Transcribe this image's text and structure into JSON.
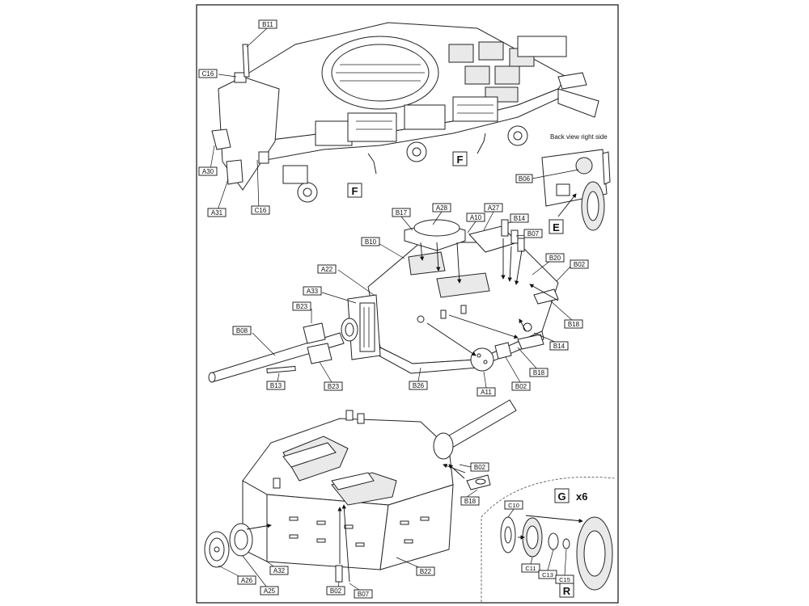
{
  "views": {
    "top_assembly": {
      "labels": [
        "B11",
        "C16",
        "A30",
        "A31",
        "C16"
      ],
      "stage_marks": [
        "F",
        "F"
      ]
    },
    "back_view": {
      "caption": "Back view right side",
      "labels": [
        "B06"
      ],
      "stage_mark": "E"
    },
    "turret_exploded": {
      "labels": [
        "B17",
        "A28",
        "A10",
        "A27",
        "B14",
        "B07",
        "B10",
        "B20",
        "B02",
        "A22",
        "A33",
        "B23",
        "B08",
        "B13",
        "B23",
        "B26",
        "A11",
        "B02",
        "B18",
        "B14",
        "B18"
      ]
    },
    "turret_bottom": {
      "labels": [
        "B02",
        "B18",
        "A26",
        "A32",
        "A25",
        "B02",
        "B07",
        "B22"
      ]
    },
    "wheel_inset": {
      "stage_mark": "G",
      "quantity": "x6",
      "labels": [
        "C10",
        "C11",
        "C13",
        "C15"
      ],
      "side_mark": "R"
    }
  }
}
